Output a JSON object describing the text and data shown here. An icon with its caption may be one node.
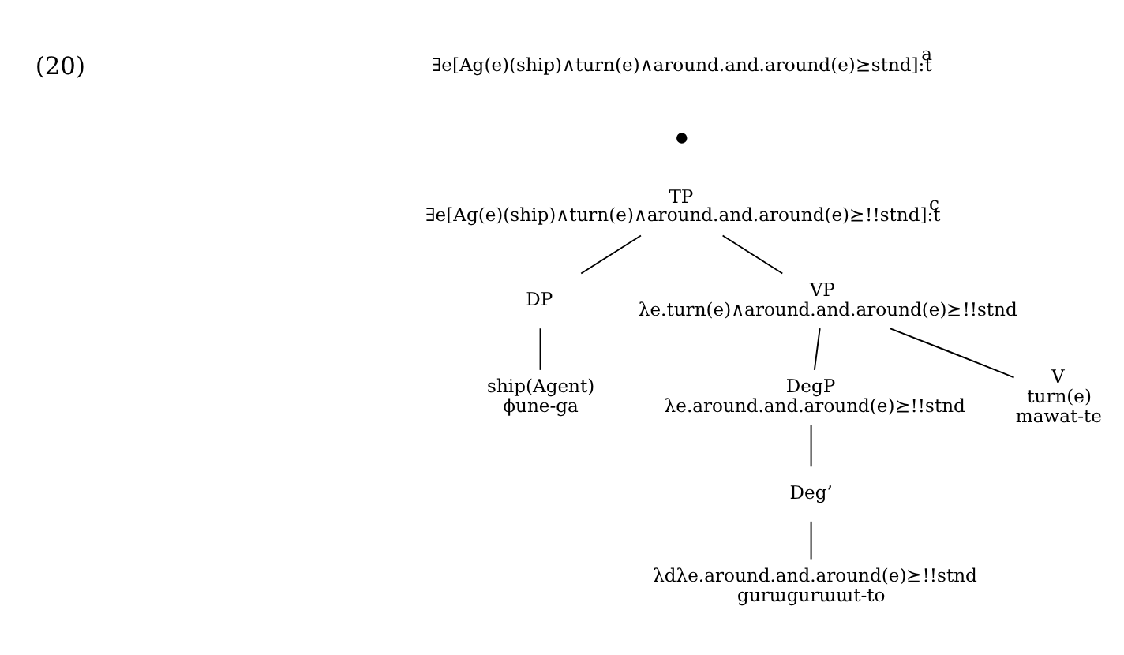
{
  "diagram": {
    "nodes": [
      {
        "text": [],
        "shape": "circle"
      },
      {
        "text": [
          "TP",
          "∃e[Ag(e)(ship)∧turn(e)∧around.and.around(e)⪰!!stnd]:t$^{c}$"
        ]
      },
      {
        "text": [
          "DP"
        ]
      },
      {
        "text": [
          "ship(Agent)",
          "ϕune-ga"
        ]
      },
      {
        "text": [
          "VP",
          "λe.turn(e)∧around.and.around(e)⪰!!stnd"
        ]
      },
      {
        "text": [
          "DegP",
          "λe.around.and.around(e)⪰!!stnd"
        ]
      },
      {
        "text": [
          "V",
          "turn(e)",
          "mawat-te"
        ]
      },
      {
        "text": [
          "Deg’"
        ]
      },
      {
        "text": [
          "λdλe.around.and.around(e)⪰!!stnd",
          "gurɯgurɯɯt-to"
        ]
      }
    ],
    "edges": [
      {
        "from": 1,
        "to": 2,
        "arrow": "none"
      },
      {
        "from": 1,
        "to": 4,
        "arrow": "none"
      },
      {
        "from": 2,
        "to": 3,
        "arrow": "none"
      },
      {
        "from": 4,
        "to": 5,
        "arrow": "none"
      },
      {
        "from": 4,
        "to": 6,
        "arrow": "none"
      },
      {
        "from": 5,
        "to": 7,
        "arrow": "none"
      },
      {
        "from": 7,
        "to": 8,
        "arrow": "none"
      }
    ],
    "labels": [
      "(20)",
      "∃e[Ag(e)(ship)∧turn(e)∧around.and.around(e)⪰stnd]:t$^{a}$"
    ]
  }
}
